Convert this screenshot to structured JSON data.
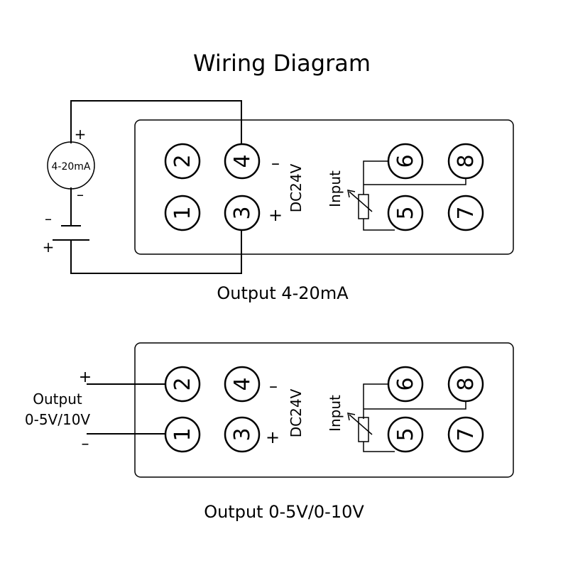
{
  "title": "Wiring Diagram",
  "top": {
    "caption": "Output 4-20mA",
    "meter_label": "4-20mA",
    "meter_plus": "+",
    "meter_minus": "–",
    "battery_minus": "–",
    "battery_plus": "+",
    "supply_minus": "–",
    "supply_plus": "+",
    "supply_label": "DC24V",
    "input_label": "Input",
    "terminals": [
      "1",
      "2",
      "3",
      "4",
      "5",
      "6",
      "7",
      "8"
    ]
  },
  "bottom": {
    "caption": "Output 0-5V/0-10V",
    "output_label_line1": "Output",
    "output_label_line2": "0-5V/10V",
    "out_plus": "+",
    "out_minus": "–",
    "supply_minus": "–",
    "supply_plus": "+",
    "supply_label": "DC24V",
    "input_label": "Input",
    "terminals": [
      "1",
      "2",
      "3",
      "4",
      "5",
      "6",
      "7",
      "8"
    ]
  },
  "colors": {
    "ink": "#000000",
    "background": "#ffffff"
  }
}
